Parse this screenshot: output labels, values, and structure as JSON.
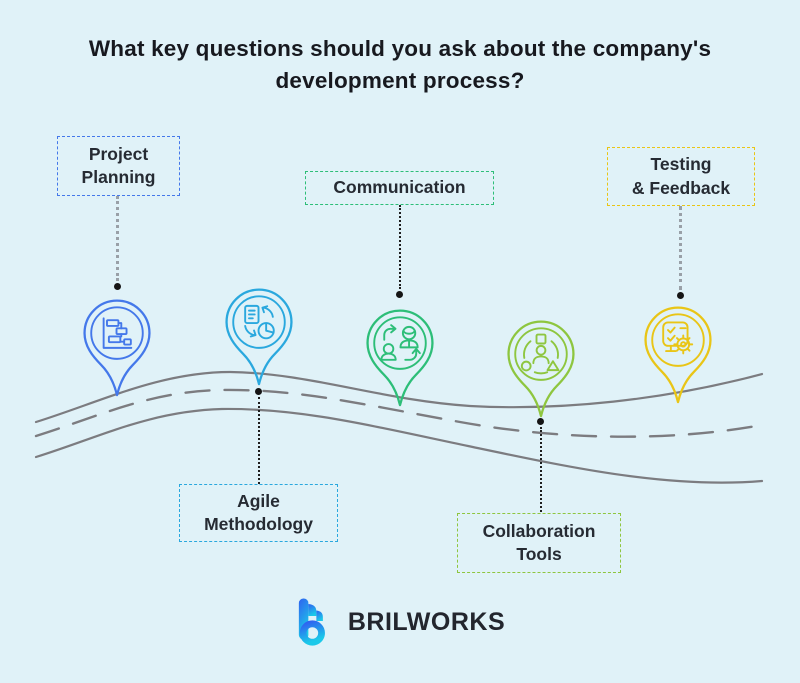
{
  "title": {
    "line1": "What key questions should you ask about the company's",
    "line2": "development process?"
  },
  "background_color": "#E0F2F8",
  "title_color": "#17191F",
  "milestones": [
    {
      "label_line1": "Project",
      "label_line2": "Planning",
      "color": "#4478EA",
      "icon": "gantt-chart-icon"
    },
    {
      "label_line1": "Agile",
      "label_line2": "Methodology",
      "color": "#2AA8DE",
      "icon": "document-refresh-icon"
    },
    {
      "label_line1": "Communication",
      "label_line2": "",
      "color": "#2DBE78",
      "icon": "people-exchange-icon"
    },
    {
      "label_line1": "Collaboration",
      "label_line2": "Tools",
      "color": "#8EC63F",
      "icon": "user-shapes-icon"
    },
    {
      "label_line1": "Testing",
      "label_line2": "& Feedback",
      "color": "#E9C516",
      "icon": "checklist-gear-icon"
    }
  ],
  "road": {
    "line_color": "#7C7C80"
  },
  "connector_colors": {
    "gray": "#99A0A7",
    "black": "#1E1E1E"
  },
  "logo": {
    "brand": "BRILWORKS",
    "gradient_top": "#2F63F0",
    "gradient_bottom": "#1BC9E9"
  }
}
